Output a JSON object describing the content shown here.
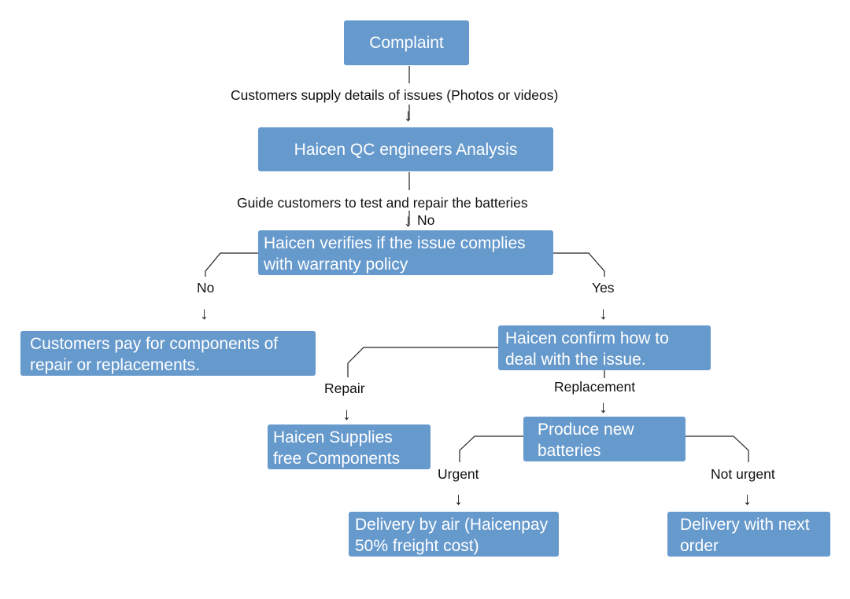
{
  "nodes": {
    "complaint": {
      "line1": "Complaint"
    },
    "analysis": {
      "line1": "Haicen QC engineers Analysis"
    },
    "verify": {
      "line1": "Haicen verifies if the issue complies",
      "line2": "with warranty policy"
    },
    "customers_pay": {
      "line1": "Customers pay for components of",
      "line2": "repair or replacements."
    },
    "confirm": {
      "line1": "Haicen confirm how to",
      "line2": "deal with the issue."
    },
    "free_components": {
      "line1": "Haicen Supplies",
      "line2": "free Components"
    },
    "produce": {
      "line1": "Produce new",
      "line2": "batteries"
    },
    "air": {
      "line1": "Delivery by air (Haicenpay",
      "line2": "50% freight cost)"
    },
    "next_order": {
      "line1": "Delivery with next",
      "line2": "order"
    }
  },
  "edge_labels": {
    "supply_details": "Customers supply details of issues (Photos or videos)",
    "guide": "Guide customers to test and repair the batteries",
    "no_top": "No",
    "no_left": "No",
    "yes": "Yes",
    "repair": "Repair",
    "replacement": "Replacement",
    "urgent": "Urgent",
    "not_urgent": "Not urgent"
  },
  "colors": {
    "box_fill": "#6699cc",
    "box_text": "#ffffff",
    "line": "#222222"
  }
}
